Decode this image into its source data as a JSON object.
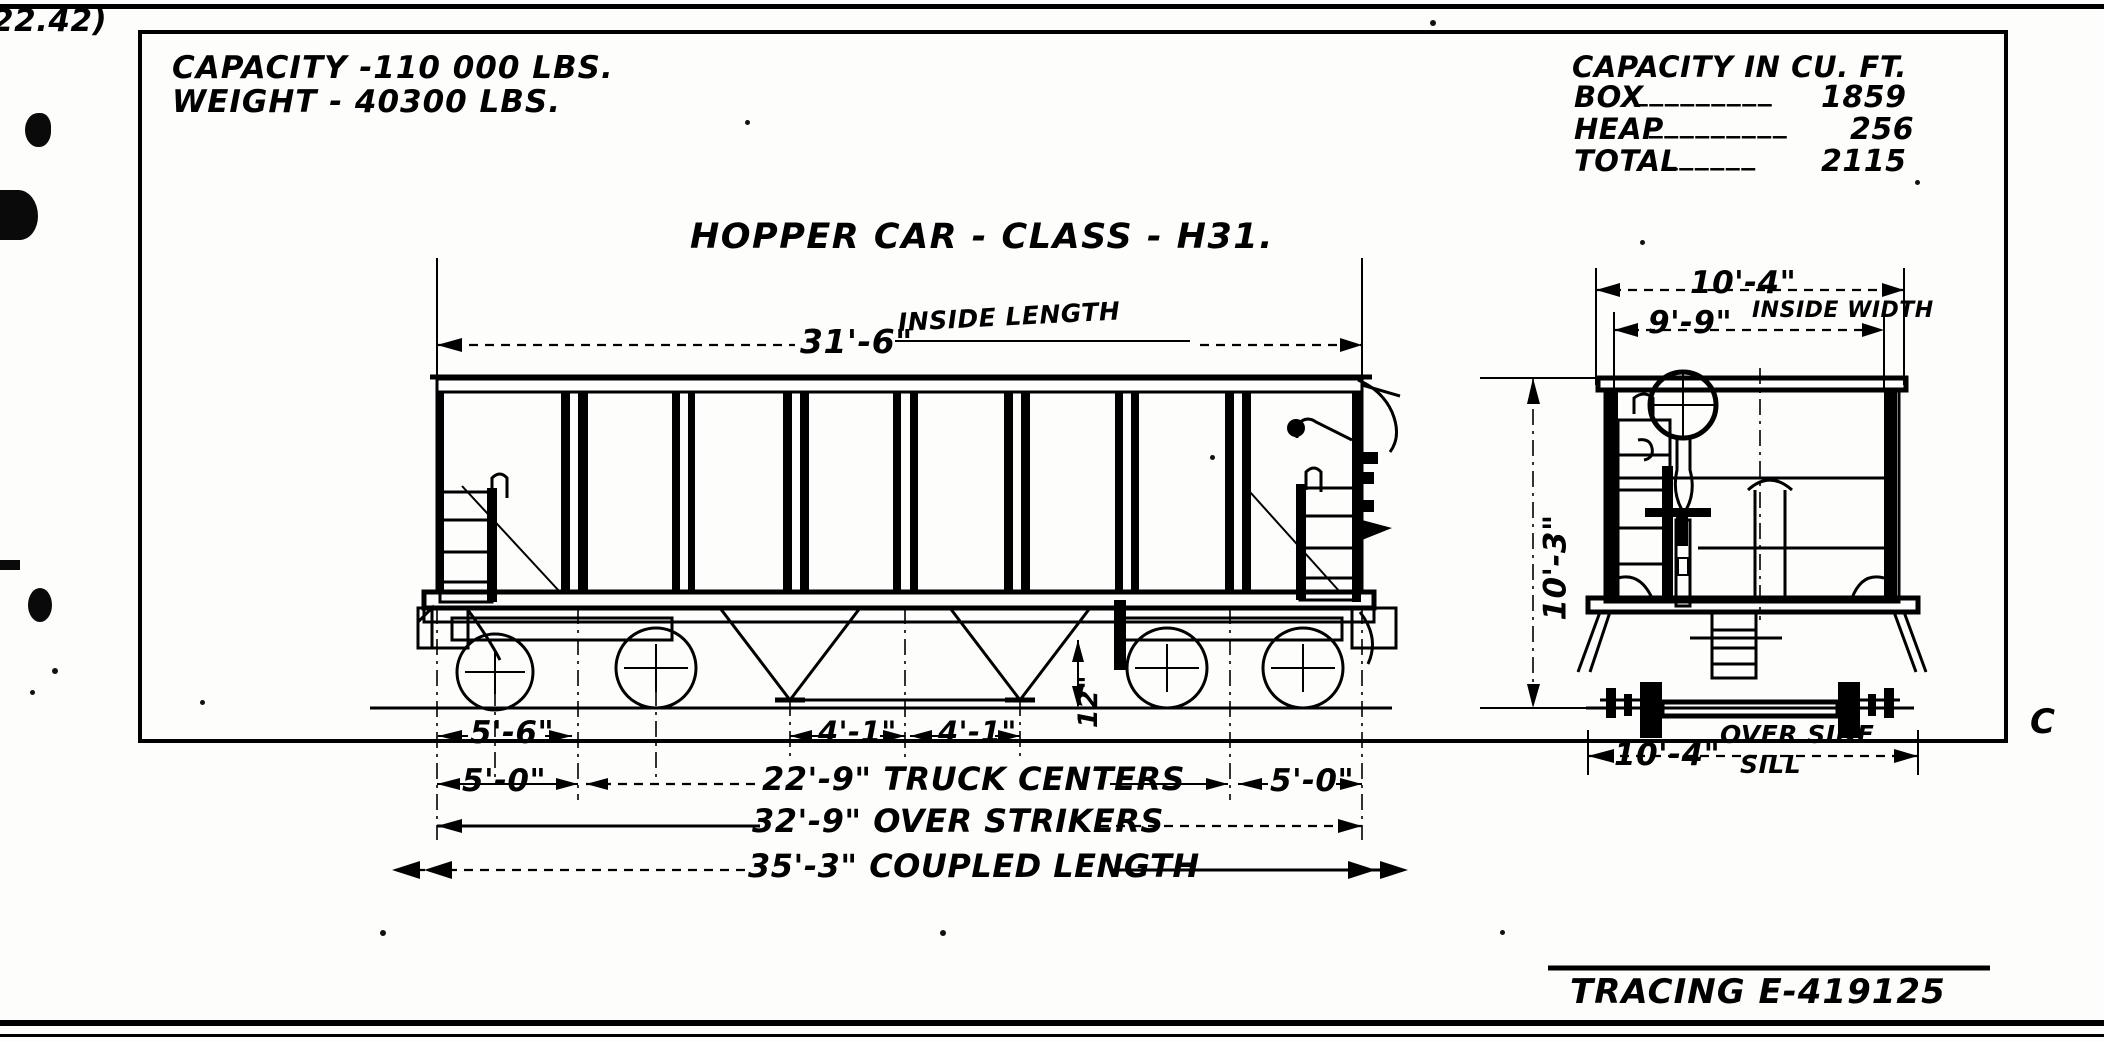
{
  "sheet": {
    "margin_note": "22.42)",
    "sheet_letter": "C",
    "tracing": "TRACING E-419125"
  },
  "title_block": {
    "title": "HOPPER CAR - CLASS - H31.",
    "capacity_lbs": "CAPACITY -110 000 LBS.",
    "weight_lbs": "WEIGHT - 40300 LBS."
  },
  "capacity_table": {
    "heading": "CAPACITY IN CU. FT.",
    "rows": [
      {
        "label": "BOX",
        "leader": "_________",
        "value": "1859"
      },
      {
        "label": "HEAP",
        "leader": "_________",
        "value": "256"
      },
      {
        "label": "TOTAL",
        "leader": "______",
        "value": "2115"
      }
    ]
  },
  "side_view": {
    "inside_length": "31'-6\"",
    "inside_length_note": "INSIDE LENGTH",
    "axle_spacing": "5'-6\"",
    "hopper_slope_left": "4'-1\"",
    "hopper_slope_right": "4'-1\"",
    "overhang_left": "5'-0\"",
    "overhang_right": "5'-0\"",
    "truck_centers": "22'-9\" TRUCK CENTERS",
    "over_strikers": "32'-9\" OVER STRIKERS",
    "coupled_length": "35'-3\" COUPLED LENGTH",
    "hopper_clearance": "12\""
  },
  "end_view": {
    "over_width": "10'-4\"",
    "inside_width": "9'-9\"",
    "inside_width_note": "INSIDE WIDTH",
    "height": "10'-3\"",
    "over_side_sill_dim": "10'-4\"",
    "over_side_sill_note_1": "OVER SIDE",
    "over_side_sill_note_2": "SILL"
  },
  "chart_data": {
    "type": "table",
    "title": "HOPPER CAR - CLASS - H31.",
    "categories": [
      "BOX",
      "HEAP",
      "TOTAL"
    ],
    "values": [
      1859,
      256,
      2115
    ],
    "ylabel": "CAPACITY IN CU. FT.",
    "annotations": [
      "CAPACITY -110 000 LBS.",
      "WEIGHT - 40300 LBS.",
      "31'-6\" INSIDE LENGTH",
      "22'-9\" TRUCK CENTERS",
      "32'-9\" OVER STRIKERS",
      "35'-3\" COUPLED LENGTH",
      "10'-4\" OVER SIDE SILL",
      "9'-9\" INSIDE WIDTH",
      "10'-3\" HEIGHT"
    ]
  }
}
